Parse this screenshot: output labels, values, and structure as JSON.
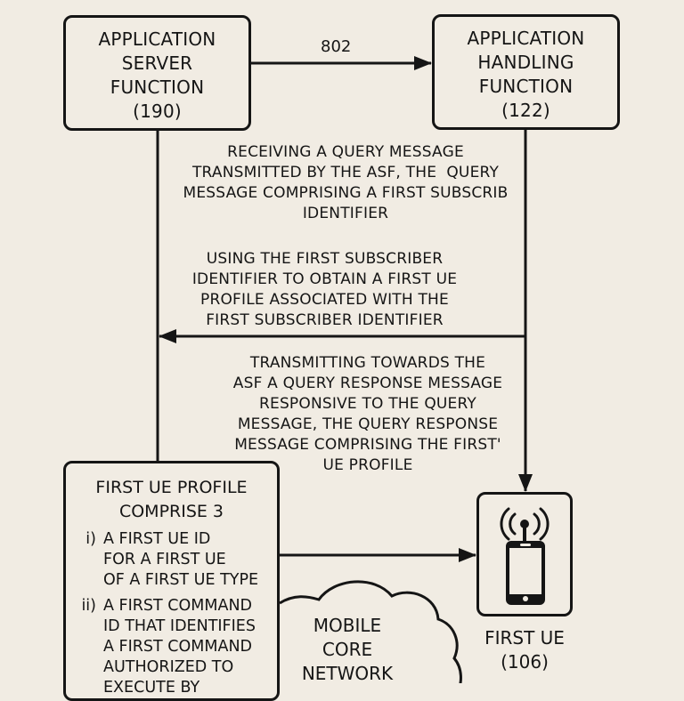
{
  "nodes": {
    "asf": {
      "lines": [
        "APPLICATION",
        "SERVER",
        "FUNCTION",
        "(190)"
      ]
    },
    "ahf": {
      "lines": [
        "APPLICATION",
        "HANDLING",
        "FUNCTION",
        "(122)"
      ]
    }
  },
  "edges": {
    "asf_to_ahf_label": "802"
  },
  "steps": {
    "receive": "RECEIVING A QUERY MESSAGE\nTRANSMITTED BY THE ASF, THE  QUERY\nMESSAGE COMPRISING A FIRST SUBSCRIB\nIDENTIFIER",
    "use": "USING THE FIRST SUBSCRIBER\nIDENTIFIER TO OBTAIN A FIRST UE\nPROFILE ASSOCIATED WITH THE\nFIRST SUBSCRIBER IDENTIFIER",
    "transmit": "TRANSMITTING TOWARDS THE\nASF A QUERY RESPONSE MESSAGE\nRESPONSIVE TO THE QUERY\nMESSAGE, THE QUERY RESPONSE\nMESSAGE COMPRISING THE FIRST'\nUE PROFILE"
  },
  "profile": {
    "heading": [
      "FIRST UE PROFILE",
      "COMPRISE 3"
    ],
    "items": [
      {
        "num": "i)",
        "text": "A FIRST UE ID\nFOR A FIRST UE\nOF A FIRST UE TYPE"
      },
      {
        "num": "ii)",
        "text": "A FIRST COMMAND\nID THAT IDENTIFIES\nA FIRST COMMAND\nAUTHORIZED TO\nEXECUTE BY"
      }
    ]
  },
  "cloud": {
    "lines": [
      "MOBILE",
      "CORE",
      "NETWORK"
    ]
  },
  "ue": {
    "icon": "smartphone-antenna-icon",
    "lines": [
      "FIRST UE",
      "(106)"
    ]
  },
  "colors": {
    "background": "#f1ece3",
    "ink": "#151515"
  }
}
